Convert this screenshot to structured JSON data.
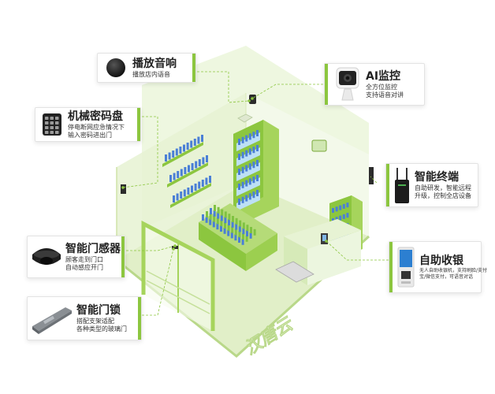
{
  "brand": {
    "logo_text": "汉唐云"
  },
  "colors": {
    "accent": "#8cc63f",
    "room": "#f1f8e6",
    "shelf": "#8cc63f",
    "product": "#4a7fd6"
  },
  "callouts": {
    "speaker": {
      "title": "播放音响",
      "lines": [
        "播放店内语音"
      ],
      "icon": "speaker-icon"
    },
    "keypad": {
      "title": "机械密码盘",
      "lines": [
        "停电断网应急情况下",
        "输入密码进出门"
      ],
      "icon": "keypad-icon"
    },
    "sensor": {
      "title": "智能门感器",
      "lines": [
        "顾客走到门口",
        "自动感应开门"
      ],
      "icon": "door-sensor-icon"
    },
    "lock": {
      "title": "智能门锁",
      "lines": [
        "搭配支架适配",
        "各种类型的玻璃门"
      ],
      "icon": "door-lock-icon"
    },
    "camera": {
      "title": "AI监控",
      "lines": [
        "全方位监控",
        "支持语音对讲"
      ],
      "icon": "camera-icon"
    },
    "terminal": {
      "title": "智能终端",
      "lines": [
        "自助研发，智能远程",
        "升级，控制全店设备"
      ],
      "icon": "router-icon"
    },
    "checkout": {
      "title": "自助收银",
      "lines": [
        "无人自助收银机，支持刷脸/支付",
        "宝/微信支付，可语音对话"
      ],
      "icon": "pos-terminal-icon"
    }
  }
}
